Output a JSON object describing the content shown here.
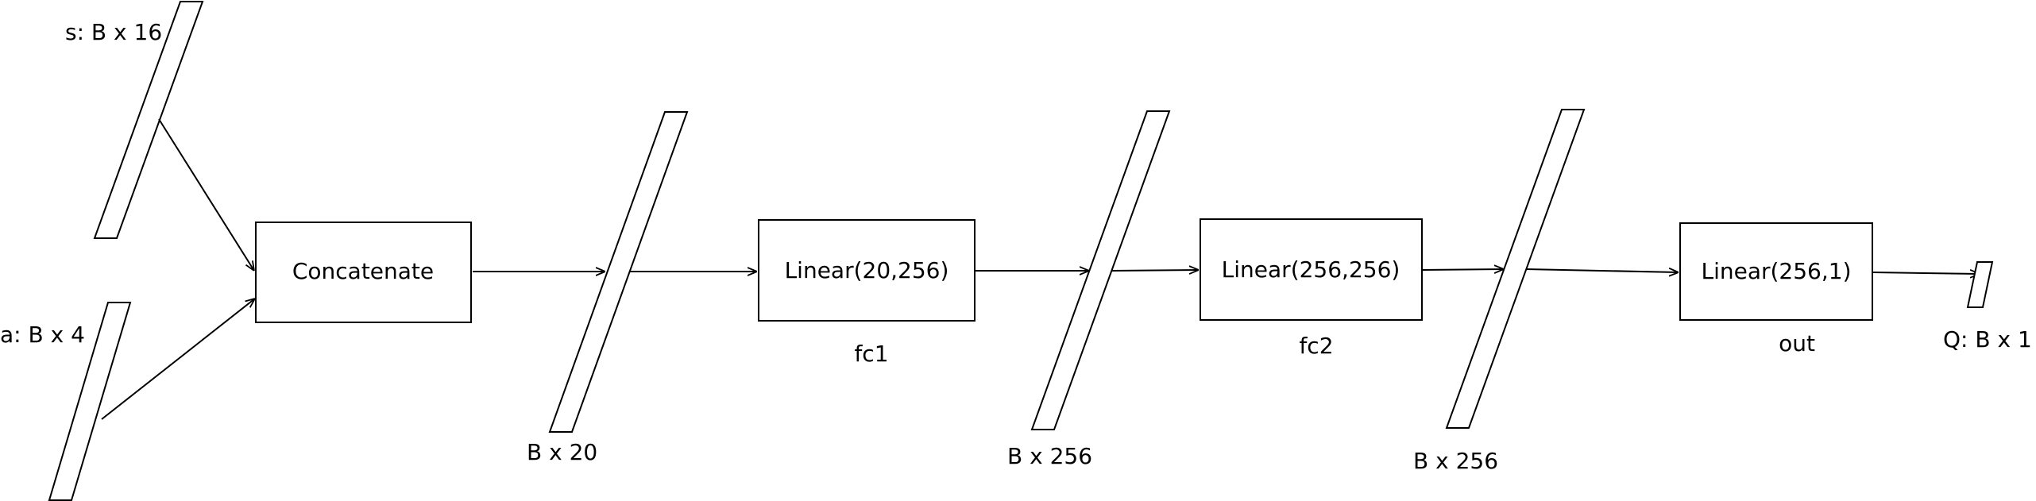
{
  "tensors": {
    "state": "s: B x 16",
    "action": "a: B x 4",
    "concat_out": "B x 20",
    "fc1_out": "B x 256",
    "fc2_out": "B x 256",
    "q_out": "Q: B x 1"
  },
  "layers": {
    "concat": {
      "label": "Concatenate",
      "name": ""
    },
    "fc1": {
      "label": "Linear(20,256)",
      "name": "fc1"
    },
    "fc2": {
      "label": "Linear(256,256)",
      "name": "fc2"
    },
    "out": {
      "label": "Linear(256,1)",
      "name": "out"
    }
  }
}
